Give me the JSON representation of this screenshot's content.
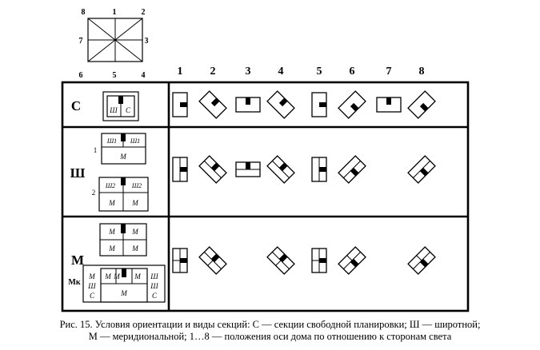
{
  "compass": {
    "numbers": [
      "1",
      "2",
      "3",
      "4",
      "5",
      "6",
      "7",
      "8"
    ]
  },
  "column_headers": [
    "1",
    "2",
    "3",
    "4",
    "5",
    "6",
    "7",
    "8"
  ],
  "rows": [
    {
      "id": "C",
      "label": "С",
      "sublabels": [],
      "plan_letters": [
        "Ш",
        "С"
      ],
      "present": [
        true,
        true,
        true,
        true,
        true,
        true,
        true,
        true
      ]
    },
    {
      "id": "Sh",
      "label": "Ш",
      "sublabels": [
        "1",
        "2"
      ],
      "plan_letters": [
        "Ш1",
        "Ш1",
        "М",
        "Ш2",
        "Ш2",
        "М",
        "М"
      ],
      "present": [
        true,
        true,
        true,
        true,
        true,
        true,
        false,
        true
      ]
    },
    {
      "id": "M",
      "label": "М",
      "sublabels": [
        "Мк"
      ],
      "plan_letters": [
        "М",
        "М",
        "М",
        "М",
        "М",
        "М",
        "М",
        "М",
        "Ш",
        "Ш",
        "С",
        "М",
        "Ш",
        "С"
      ],
      "present": [
        true,
        true,
        false,
        true,
        true,
        true,
        false,
        true
      ]
    }
  ],
  "caption": {
    "line1": "Рис. 15. Условия ориентации и виды секций: С — секции свободной планировки; Ш — широтной;",
    "line2": "М — меридиональной; 1…8 — положения оси дома по отношению к сторонам света"
  }
}
